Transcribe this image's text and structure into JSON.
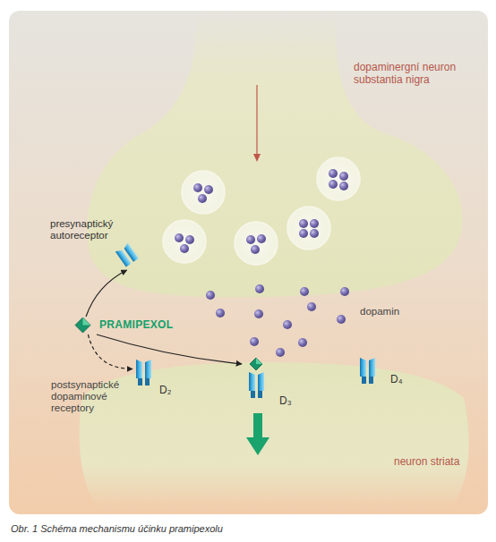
{
  "diagram": {
    "caption": "Obr. 1 Schéma mechanismu účinku pramipexolu",
    "nodes": [
      {
        "text": [
          "presynaptický autoreceptor"
        ]
      },
      {
        "text": [
          "PRAMIPEXOL"
        ]
      },
      {
        "text": [
          "D₂"
        ]
      },
      {
        "text": [
          "D₃"
        ]
      },
      {
        "text": [
          "D₄"
        ]
      }
    ],
    "edges": [
      {
        "from": 1,
        "to": 0,
        "arrow": "to"
      },
      {
        "from": 1,
        "to": 2,
        "arrow": "to"
      },
      {
        "from": 1,
        "to": 3,
        "arrow": "to"
      }
    ],
    "labels": [
      "dopaminergní neuron substantia nigra",
      "dopamin",
      "postsynaptické dopaminové receptory",
      "neuron striata"
    ]
  }
}
